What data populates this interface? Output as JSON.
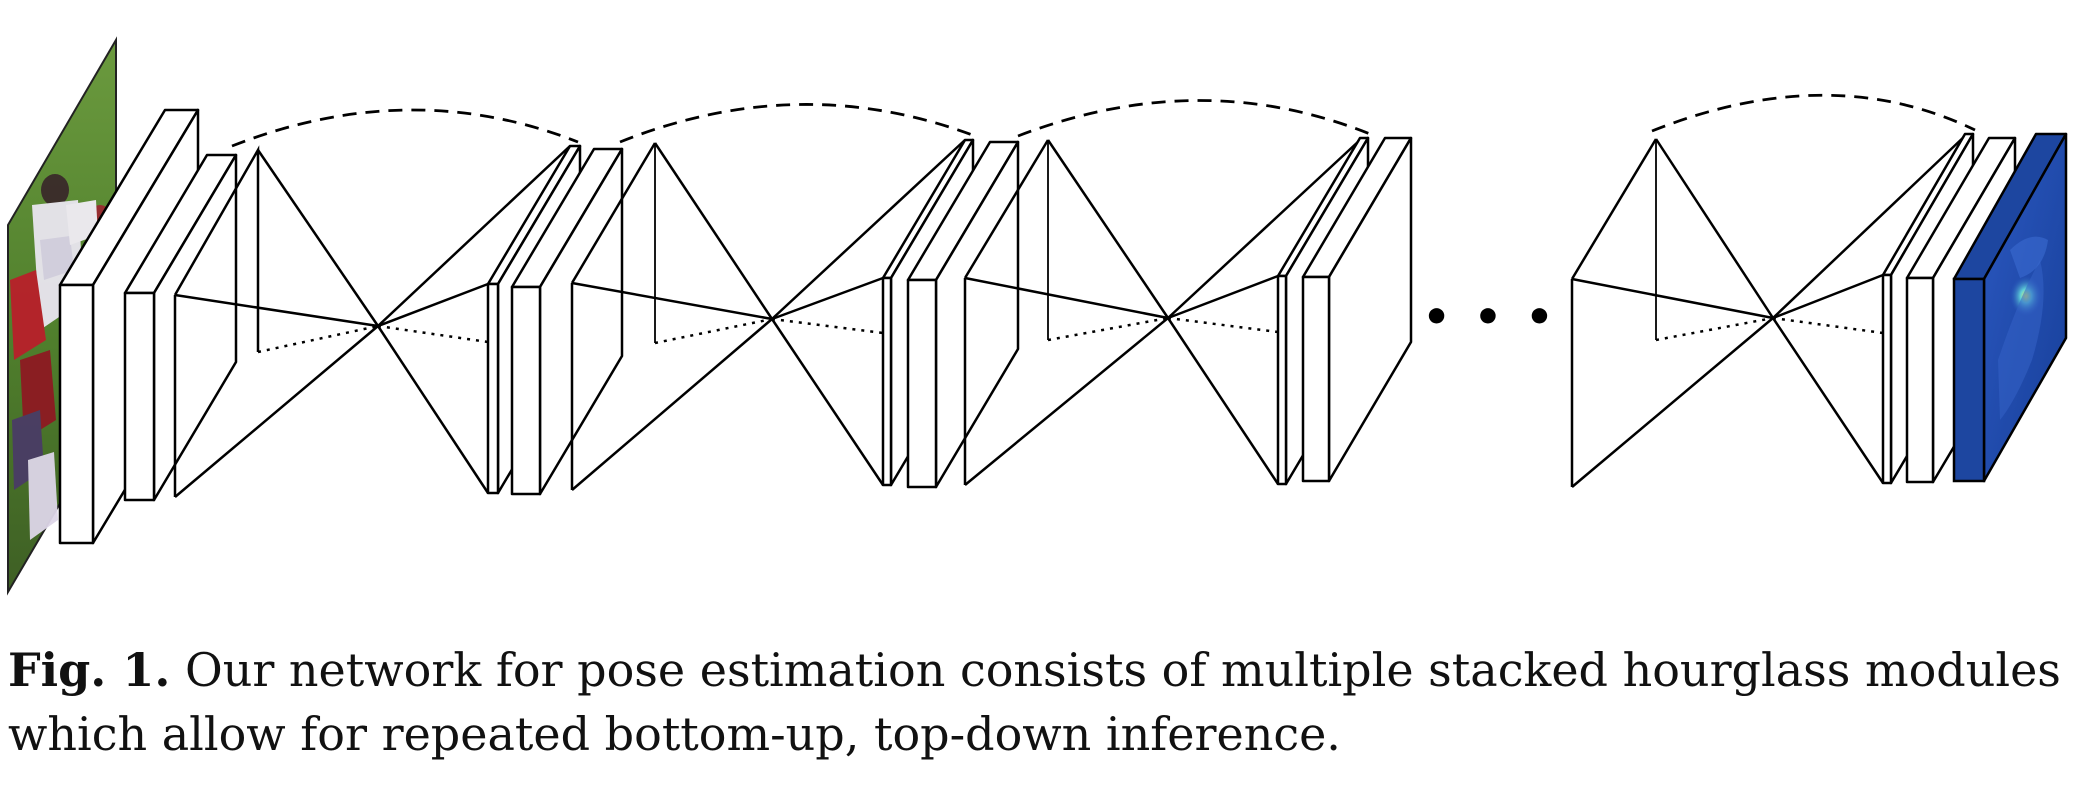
{
  "figure": {
    "ellipsis": "• • •",
    "icons": {
      "input": "input-image-thumbnail",
      "output": "heatmap-thumbnail"
    },
    "colors": {
      "lines": "#000000",
      "input_field": "#5a8f34",
      "heatmap": "#1d4aa6"
    }
  },
  "caption": {
    "label": "Fig. 1.",
    "text": " Our network for pose estimation consists of multiple stacked hourglass modules which allow for repeated bottom-up, top-down inference."
  }
}
